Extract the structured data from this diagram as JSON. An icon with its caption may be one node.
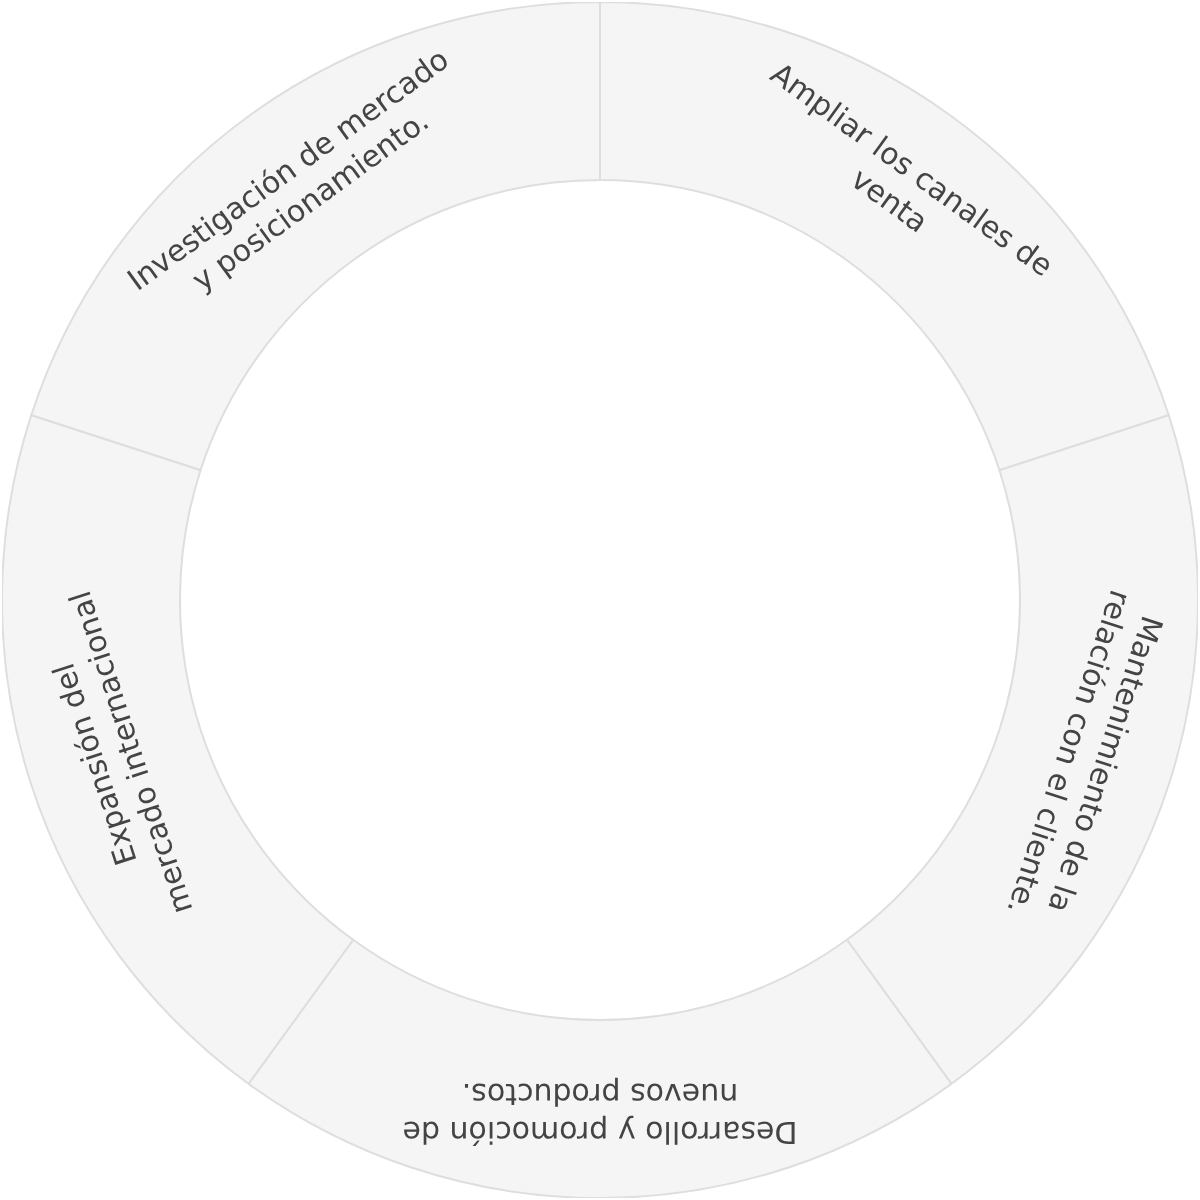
{
  "diagram": {
    "nodes": [
      {
        "text": [
          "Investigación de mercado y posicionamiento."
        ]
      },
      {
        "text": [
          "Ampliar los canales de venta"
        ]
      },
      {
        "text": [
          "Mantenimiento de la relación con el cliente."
        ]
      },
      {
        "text": [
          "Desarrollo y promoción de nuevos productos."
        ]
      },
      {
        "text": [
          "Expansión del mercado internacional"
        ]
      }
    ],
    "edges": []
  }
}
